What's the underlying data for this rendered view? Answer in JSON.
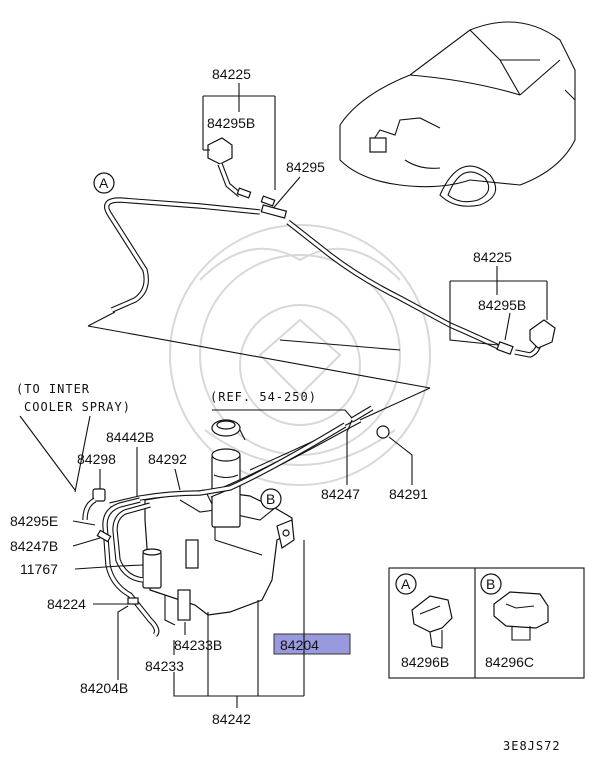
{
  "labels": {
    "p84225_top": "84225",
    "p84295B_top": "84295B",
    "p84295": "84295",
    "callout_a_top": "A",
    "p84225_right": "84225",
    "p84295B_right": "84295B",
    "to_inter_line1": "(TO INTER",
    "to_inter_line2": "COOLER SPRAY)",
    "ref": "(REF. 54-250)",
    "p84442B": "84442B",
    "p84298": "84298",
    "p84292": "84292",
    "callout_b_tank": "B",
    "p84247": "84247",
    "p84291": "84291",
    "p84295E": "84295E",
    "p84247B": "84247B",
    "p11767": "11767",
    "p84224": "84224",
    "p84233B": "84233B",
    "p84204": "84204",
    "p84233": "84233",
    "p84204B": "84204B",
    "p84242": "84242",
    "inset_a": "A",
    "inset_b": "B",
    "p84296B": "84296B",
    "p84296C": "84296C",
    "figure_code": "3E8JS72"
  },
  "highlight_color": "#9999dd"
}
